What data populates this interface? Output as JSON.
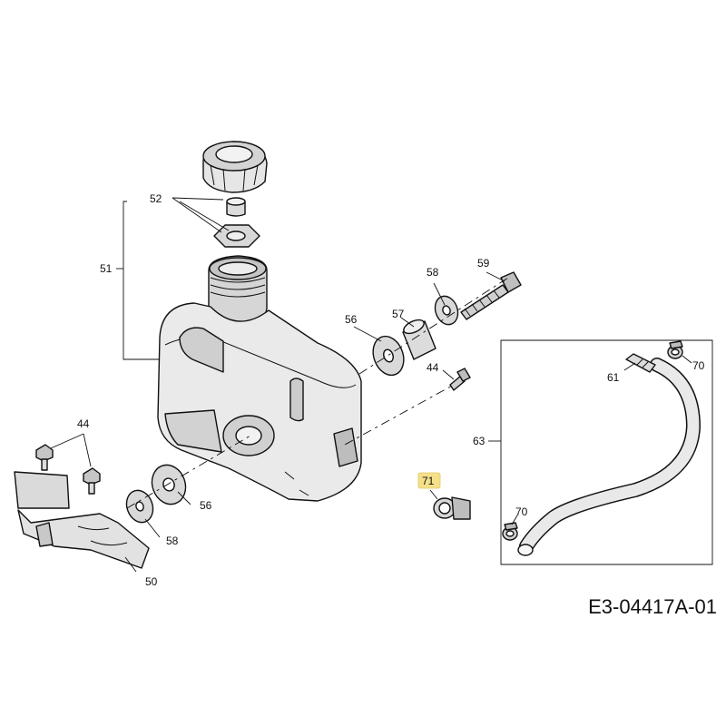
{
  "diagram": {
    "drawing_code": "E3-04417A-01",
    "highlight_color": "#f5e08a",
    "callouts": {
      "c44_left": "44",
      "c44_right": "44",
      "c50": "50",
      "c51": "51",
      "c52": "52",
      "c56_top": "56",
      "c56_bottom": "56",
      "c57": "57",
      "c58_top": "58",
      "c58_bottom": "58",
      "c59": "59",
      "c61": "61",
      "c63": "63",
      "c70_top": "70",
      "c70_bottom": "70",
      "c71": "71"
    }
  }
}
